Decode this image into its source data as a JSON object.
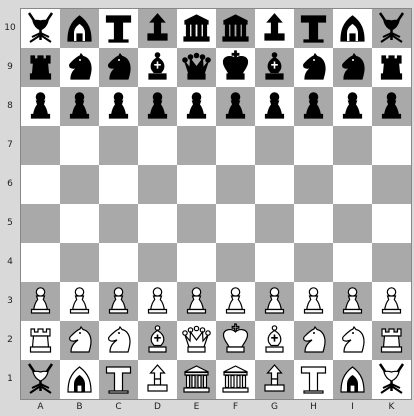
{
  "board": {
    "files": [
      "A",
      "B",
      "C",
      "D",
      "E",
      "F",
      "G",
      "H",
      "I",
      "K"
    ],
    "ranks": [
      "10",
      "9",
      "8",
      "7",
      "6",
      "5",
      "4",
      "3",
      "2",
      "1"
    ],
    "colors": {
      "light": "#ffffff",
      "dark": "#a9a9a9",
      "white_piece": "#ffffff",
      "black_piece": "#000000"
    },
    "position": [
      [
        "b-antelope",
        "b-elephant",
        "b-tower",
        "b-arrow",
        "b-temple",
        "b-temple",
        "b-arrow",
        "b-tower",
        "b-elephant",
        "b-antelope"
      ],
      [
        "b-rook",
        "b-knight",
        "b-knight",
        "b-bishop",
        "b-queen",
        "b-king",
        "b-bishop",
        "b-knight",
        "b-knight",
        "b-rook"
      ],
      [
        "b-pawn",
        "b-pawn",
        "b-pawn",
        "b-pawn",
        "b-pawn",
        "b-pawn",
        "b-pawn",
        "b-pawn",
        "b-pawn",
        "b-pawn"
      ],
      [
        "",
        "",
        "",
        "",
        "",
        "",
        "",
        "",
        "",
        ""
      ],
      [
        "",
        "",
        "",
        "",
        "",
        "",
        "",
        "",
        "",
        ""
      ],
      [
        "",
        "",
        "",
        "",
        "",
        "",
        "",
        "",
        "",
        ""
      ],
      [
        "",
        "",
        "",
        "",
        "",
        "",
        "",
        "",
        "",
        ""
      ],
      [
        "w-pawn",
        "w-pawn",
        "w-pawn",
        "w-pawn",
        "w-pawn",
        "w-pawn",
        "w-pawn",
        "w-pawn",
        "w-pawn",
        "w-pawn"
      ],
      [
        "w-rook",
        "w-knight",
        "w-knight",
        "w-bishop",
        "w-queen",
        "w-king",
        "w-bishop",
        "w-knight",
        "w-knight",
        "w-rook"
      ],
      [
        "w-antelope",
        "w-elephant",
        "w-tower",
        "w-arrow",
        "w-temple",
        "w-temple",
        "w-arrow",
        "w-tower",
        "w-elephant",
        "w-antelope"
      ]
    ]
  }
}
